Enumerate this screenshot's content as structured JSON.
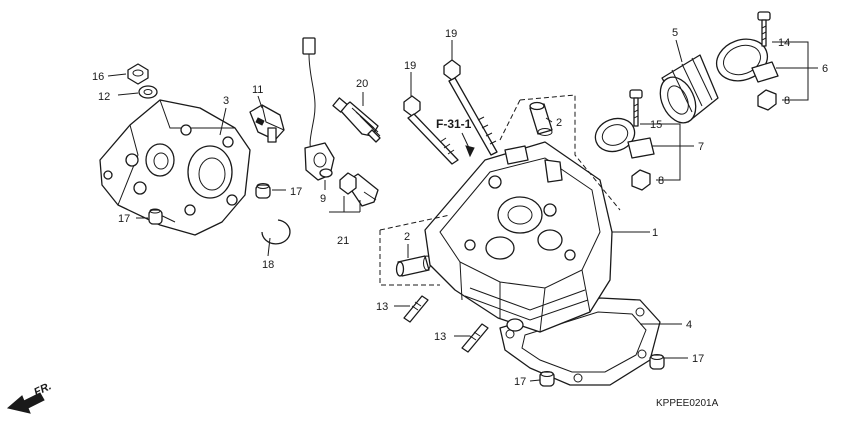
{
  "diagram": {
    "reference": "F-31-1",
    "code": "KPPEE0201A",
    "direction": "FR.",
    "callouts": [
      "1",
      "2",
      "2",
      "3",
      "4",
      "5",
      "6",
      "7",
      "8",
      "8",
      "9",
      "11",
      "12",
      "13",
      "13",
      "14",
      "15",
      "16",
      "17",
      "17",
      "17",
      "17",
      "18",
      "19",
      "19",
      "20",
      "21"
    ]
  }
}
